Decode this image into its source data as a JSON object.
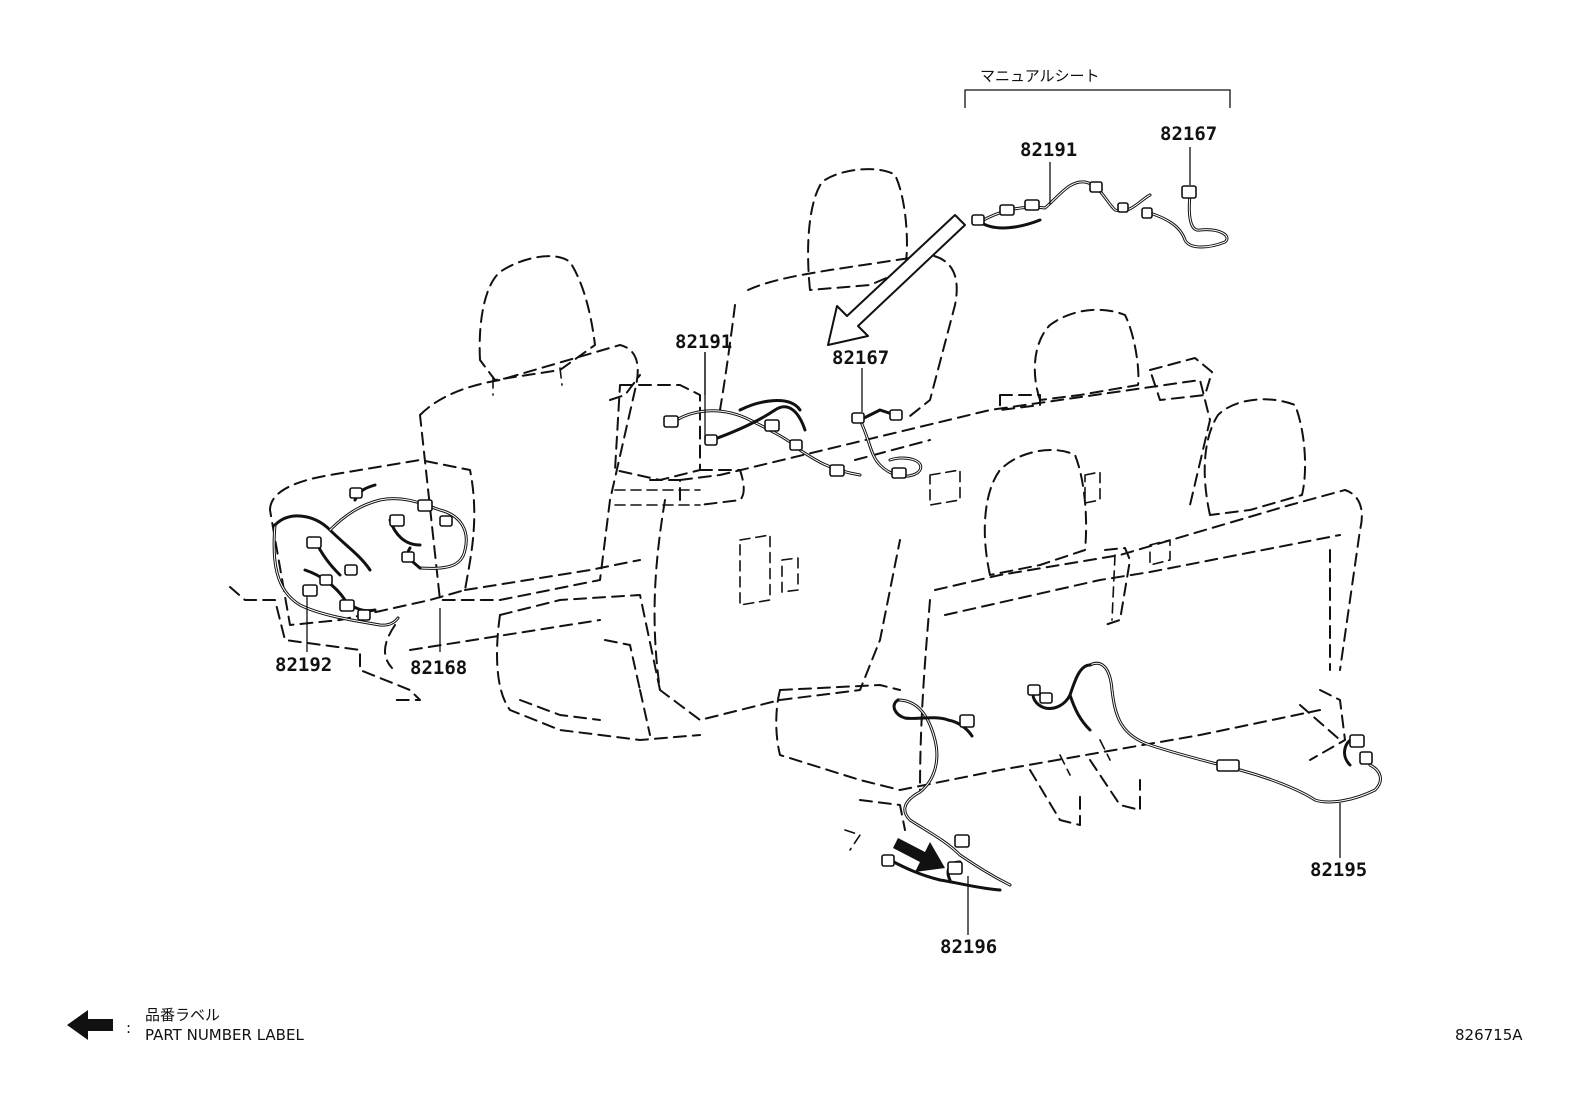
{
  "group_label": "マニュアルシート",
  "part_numbers": {
    "p82191_top": "82191",
    "p82167_top": "82167",
    "p82191_mid": "82191",
    "p82167_mid": "82167",
    "p82192": "82192",
    "p82168": "82168",
    "p82195": "82195",
    "p82196": "82196"
  },
  "legend": {
    "icon": "left-arrow-icon",
    "separator": ":",
    "label_jp": "品番ラベル",
    "label_en": "PART NUMBER LABEL"
  },
  "illustration_code": "826715A"
}
